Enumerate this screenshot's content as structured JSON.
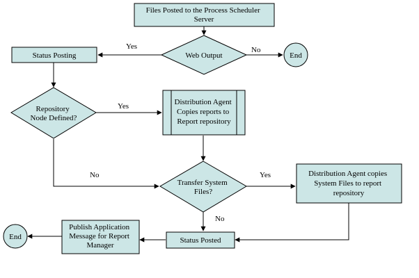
{
  "colors": {
    "node_fill": "#cce6e6",
    "stroke": "#000000",
    "background": "#ffffff"
  },
  "nodes": {
    "files_posted": [
      "Files Posted to the Process Scheduler",
      "Server"
    ],
    "web_output": [
      "Web Output"
    ],
    "status_posting": [
      "Status Posting"
    ],
    "end_top": [
      "End"
    ],
    "repository_defined": [
      "Repository",
      "Node Defined?"
    ],
    "dist_agent_reports": [
      "Distribution Agent",
      "Copies reports to",
      "Report repository"
    ],
    "transfer_files": [
      "Transfer System",
      "Files?"
    ],
    "dist_agent_files": [
      "Distribution Agent copies",
      "System Files to report",
      "repository"
    ],
    "status_posted": [
      "Status Posted"
    ],
    "publish_message": [
      "Publish Application",
      "Message for Report",
      "Manager"
    ],
    "end_bottom": [
      "End"
    ]
  },
  "edges": {
    "web_yes": "Yes",
    "web_no": "No",
    "repo_yes": "Yes",
    "repo_no": "No",
    "transfer_yes": "Yes",
    "transfer_no": "No"
  }
}
